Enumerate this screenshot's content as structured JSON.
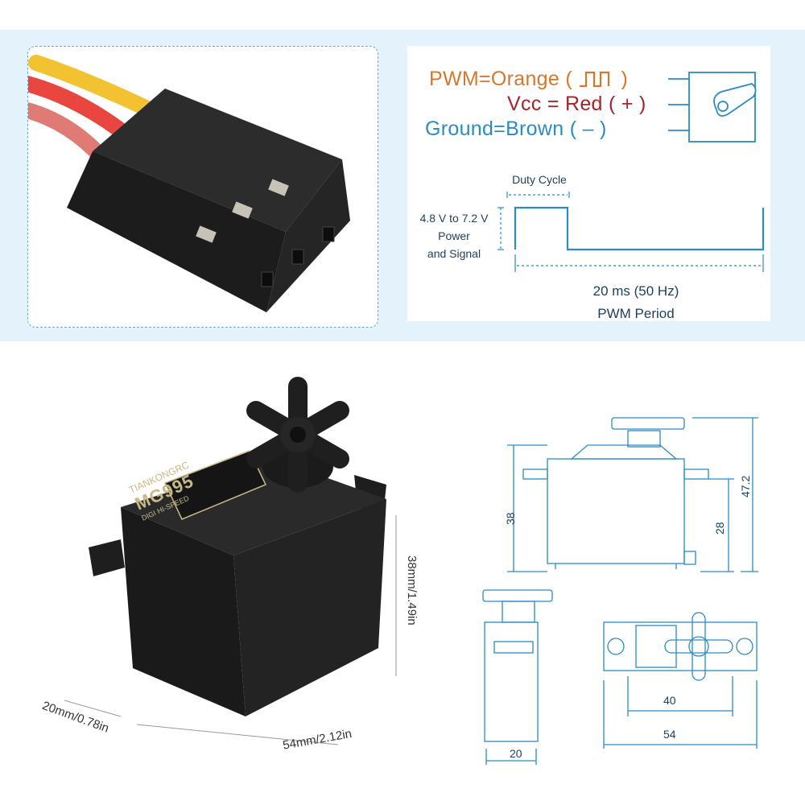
{
  "pinout": {
    "pwm": {
      "label": "PWM=Orange",
      "symbol": "(",
      "symbol_end": ")",
      "color": "#d9762b"
    },
    "vcc": {
      "label": "Vcc = Red",
      "symbol": "( + )",
      "color": "#a6242a"
    },
    "ground": {
      "label": "Ground=Brown",
      "symbol": "( – )",
      "color": "#2a8cc4"
    }
  },
  "signal": {
    "duty_cycle": "Duty Cycle",
    "voltage_line1": "4.8 V to 7.2 V",
    "voltage_line2": "Power",
    "voltage_line3": "and Signal",
    "period_line1": "20 ms (50 Hz)",
    "period_line2": "PWM Period"
  },
  "servo": {
    "brand": "TIANKONGRC",
    "model": "MG995",
    "subtitle": "DIGI HI-SPEED",
    "height": "38mm/1.49in",
    "depth": "20mm/0.78in",
    "width": "54mm/2.12in"
  },
  "drawing": {
    "dim_38": "38",
    "dim_28": "28",
    "dim_47_2": "47.2",
    "dim_20": "20",
    "dim_40": "40",
    "dim_54": "54"
  },
  "colors": {
    "wire_yellow": "#f2c230",
    "wire_red": "#e8463e",
    "wire_brown": "#e07a74",
    "line_blue": "#2a8cc4"
  }
}
